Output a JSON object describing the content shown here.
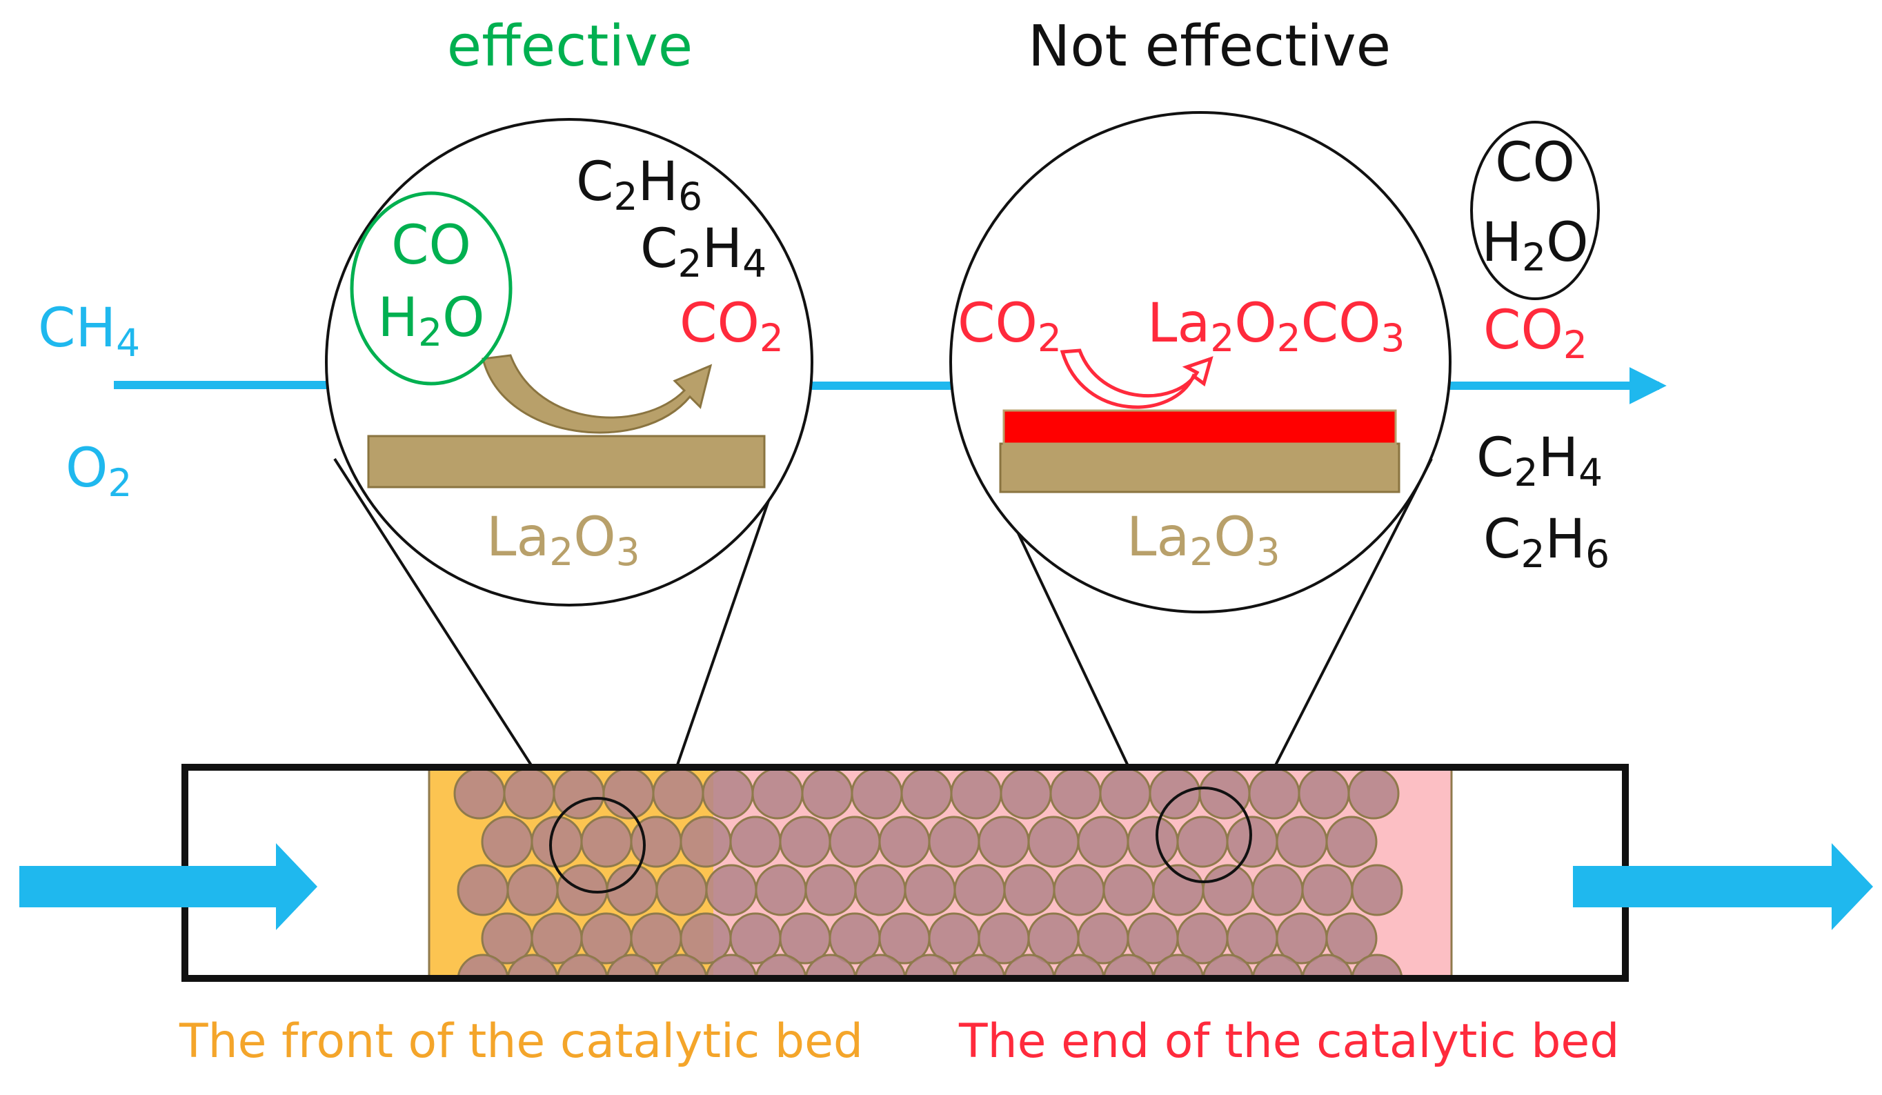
{
  "colors": {
    "blue": "#1fb8ee",
    "green": "#00b050",
    "red": "#ff2a3c",
    "black": "#111111",
    "tan": "#b8a06a",
    "tan_stroke": "#8a7440",
    "orange_label": "#f4a52a",
    "front_bed": "#fcc451",
    "end_bed": "#fcbfc4",
    "carbonate_layer": "#ff0000",
    "particle": "#b2848a",
    "particle_stroke": "#8f7a4c"
  },
  "panels": {
    "left_title": "effective",
    "right_title": "Not effective"
  },
  "inlet": {
    "gas1": {
      "base": "CH",
      "sub": "4"
    },
    "gas2": {
      "base": "O",
      "sub": "2"
    }
  },
  "left_circle": {
    "circled_products": [
      {
        "base": "CO",
        "sub": ""
      },
      {
        "base": "H",
        "sub": "2",
        "tail": "O"
      }
    ],
    "hydrocarbons": [
      {
        "base": "C",
        "sub": "2",
        "mid": "H",
        "sub2": "6"
      },
      {
        "base": "C",
        "sub": "2",
        "mid": "H",
        "sub2": "4"
      }
    ],
    "co2": {
      "base": "CO",
      "sub": "2"
    },
    "catalyst": {
      "base": "La",
      "sub": "2",
      "mid": "O",
      "sub2": "3"
    }
  },
  "right_circle": {
    "co2": {
      "base": "CO",
      "sub": "2"
    },
    "carbonate": {
      "base": "La",
      "sub": "2",
      "mid": "O",
      "sub2": "2",
      "tail": "CO",
      "sub3": "3"
    },
    "catalyst": {
      "base": "La",
      "sub": "2",
      "mid": "O",
      "sub2": "3"
    }
  },
  "outlet": {
    "circled_products": [
      {
        "base": "CO",
        "sub": ""
      },
      {
        "base": "H",
        "sub": "2",
        "tail": "O"
      }
    ],
    "co2": {
      "base": "CO",
      "sub": "2"
    },
    "hydrocarbons": [
      {
        "base": "C",
        "sub": "2",
        "mid": "H",
        "sub2": "4"
      },
      {
        "base": "C",
        "sub": "2",
        "mid": "H",
        "sub2": "6"
      }
    ]
  },
  "bed_labels": {
    "front": "The front of the catalytic bed",
    "end": "The end of the catalytic bed"
  }
}
